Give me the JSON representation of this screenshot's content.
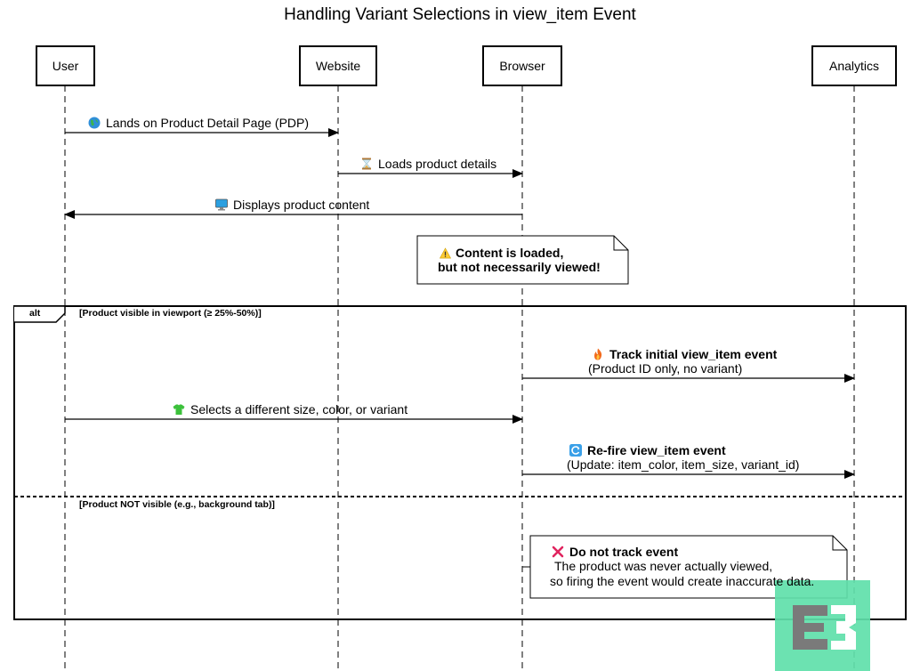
{
  "title": "Handling Variant Selections in view_item Event",
  "participants": {
    "user": "User",
    "website": "Website",
    "browser": "Browser",
    "analytics": "Analytics"
  },
  "messages": {
    "m1": "Lands on Product Detail Page (PDP)",
    "m2": "Loads product details",
    "m3": "Displays product content",
    "m4_line1": "Track initial view_item event",
    "m4_line2": "(Product ID only, no variant)",
    "m5": "Selects a different size, color, or variant",
    "m6_line1": "Re-fire view_item event",
    "m6_line2": "(Update: item_color, item_size, variant_id)"
  },
  "notes": {
    "loaded_line1": "Content is loaded,",
    "loaded_line2": "but not necessarily viewed!",
    "notrack_line1": "Do not track event",
    "notrack_line2": "The product was never actually viewed,",
    "notrack_line3": "so firing the event would create inaccurate data."
  },
  "alt": {
    "label": "alt",
    "guard1": "[Product visible in viewport (≥ 25%-50%)]",
    "guard2": "[Product NOT visible (e.g., background tab)]"
  },
  "icons": {
    "m1": "globe-icon",
    "m2": "hourglass-icon",
    "m3": "monitor-icon",
    "loaded": "warning-icon",
    "m4": "fire-icon",
    "m5": "tshirt-icon",
    "m6": "refresh-icon",
    "notrack": "cross-mark-icon",
    "watermark": "e3-logo-icon"
  },
  "colors": {
    "watermark": "#5fe0aa",
    "cross": "#e0245e",
    "refresh": "#3aa0e8"
  }
}
